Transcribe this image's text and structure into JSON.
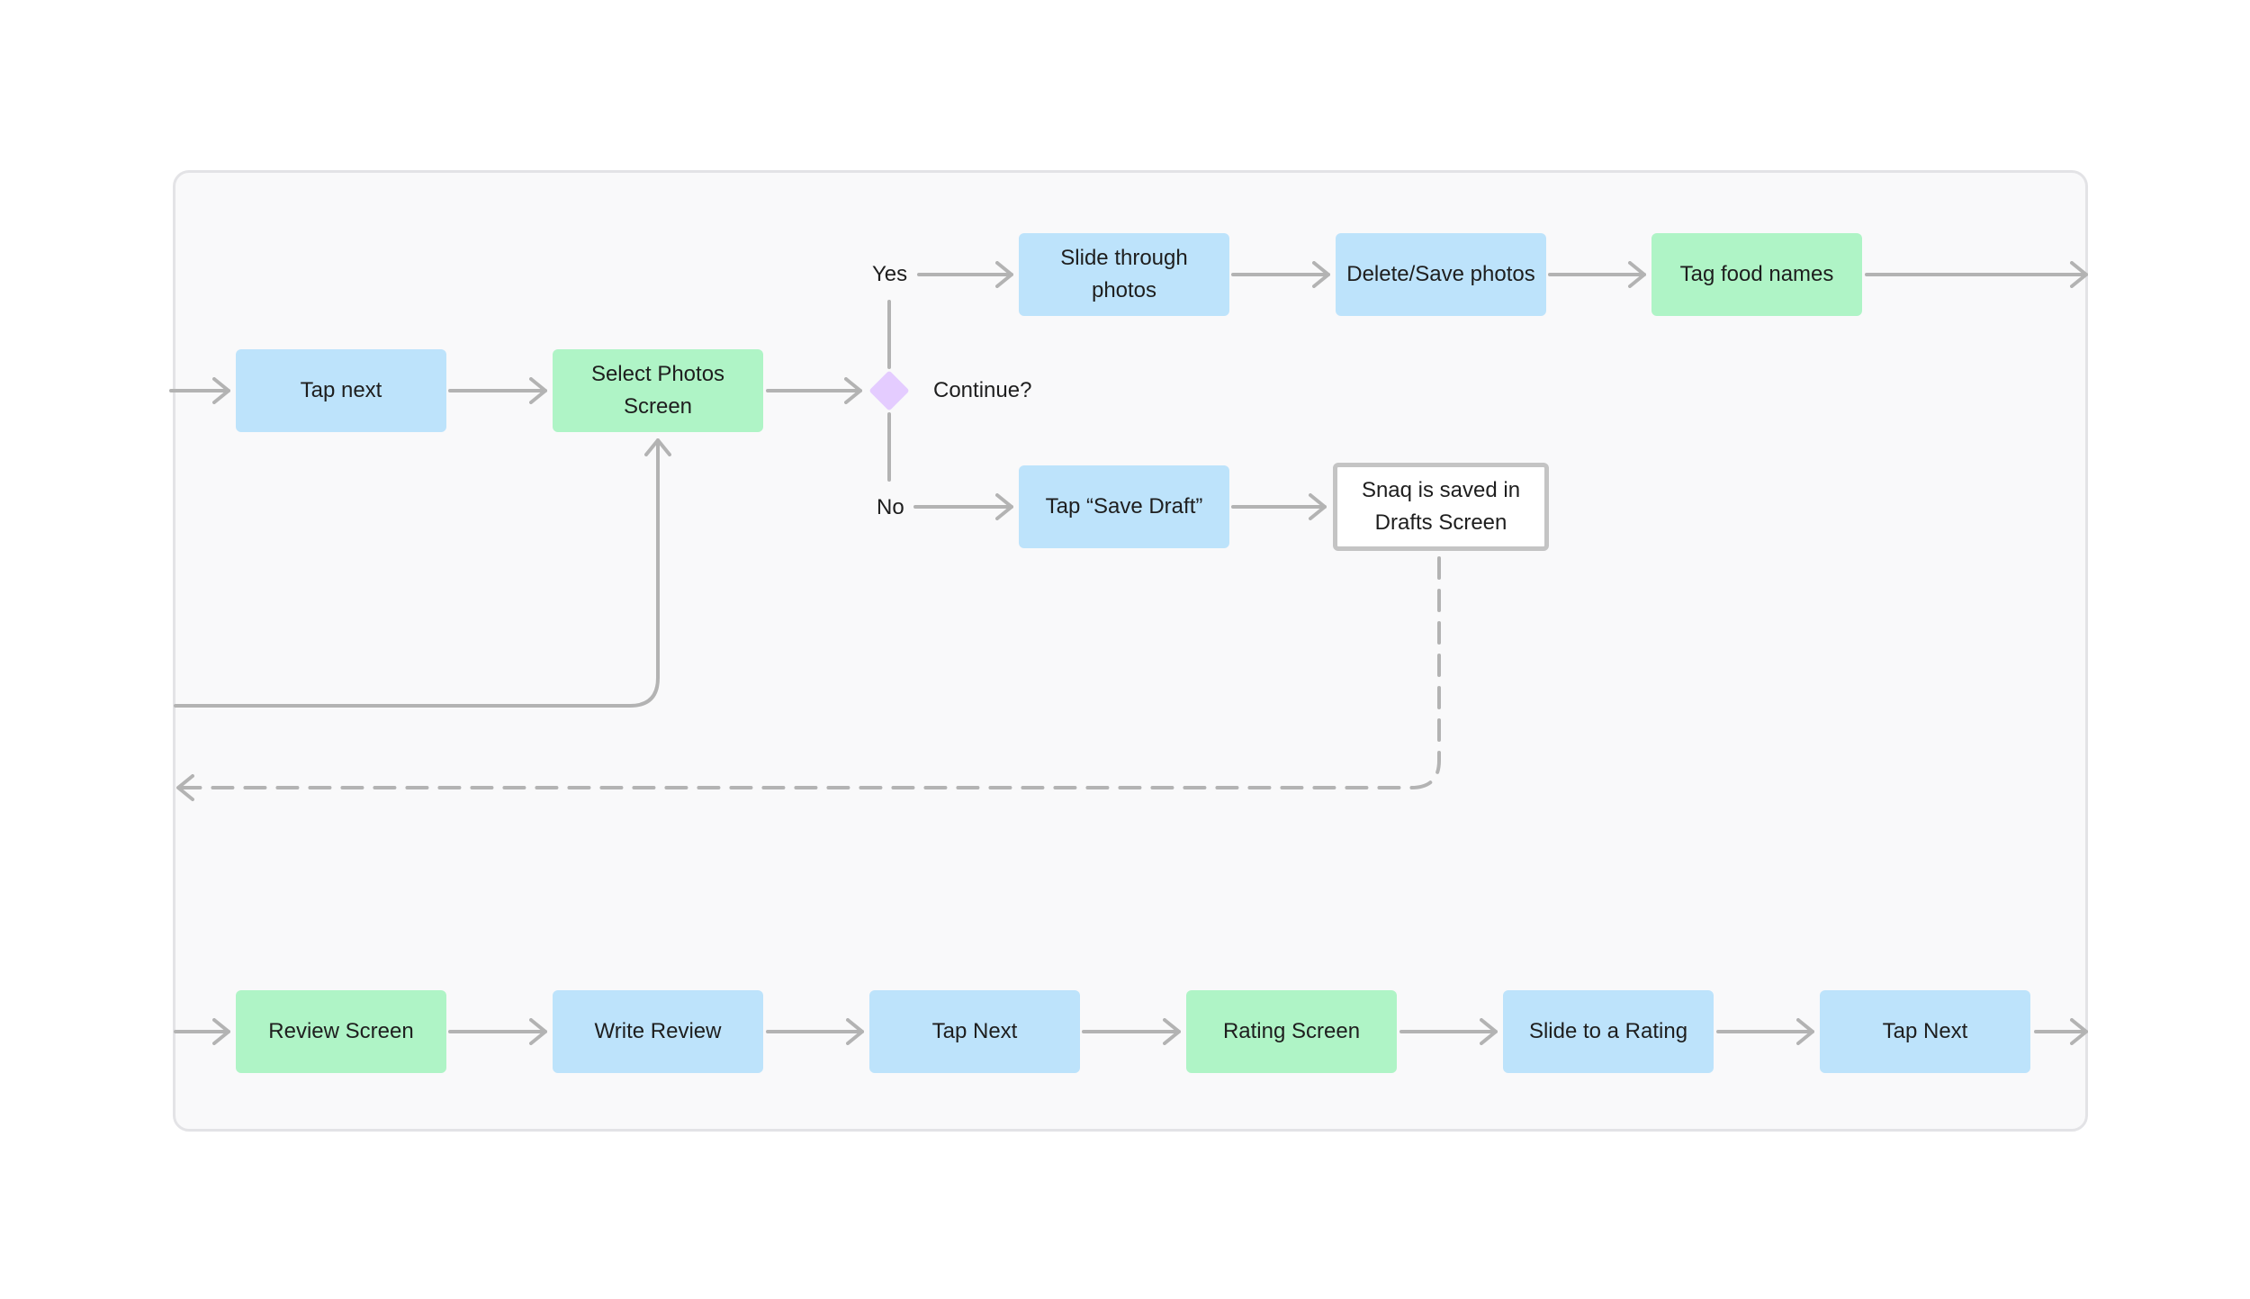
{
  "nodes": {
    "tap_next_top": "Tap next",
    "select_photos_screen": "Select Photos Screen",
    "slide_through_photos": "Slide through photos",
    "delete_save_photos": "Delete/Save photos",
    "tag_food_names": "Tag food names",
    "tap_save_draft": "Tap “Save Draft”",
    "snaq_saved_drafts": "Snaq is saved in Drafts Screen",
    "review_screen": "Review Screen",
    "write_review": "Write Review",
    "tap_next_1": "Tap Next",
    "rating_screen": "Rating Screen",
    "slide_to_rating": "Slide to a Rating",
    "tap_next_2": "Tap Next"
  },
  "decision": {
    "question": "Continue?",
    "yes_label": "Yes",
    "no_label": "No"
  },
  "colors": {
    "screen_node": "#aff4c6",
    "action_node": "#bde3fb",
    "decision_node": "#e4ccff",
    "connector": "#b3b3b3",
    "frame_background": "#f9f9fa"
  }
}
